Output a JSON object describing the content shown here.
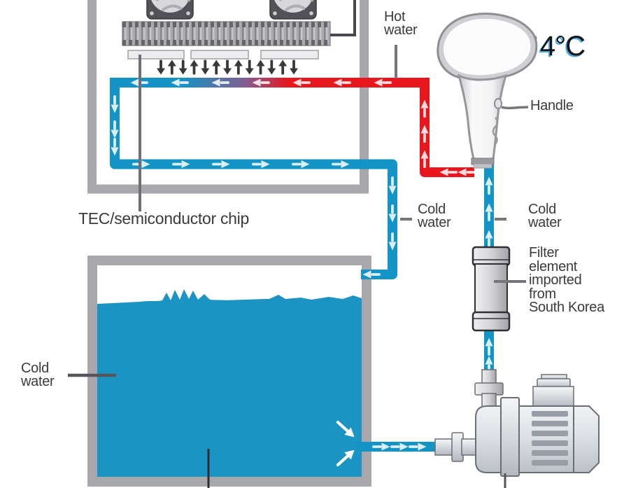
{
  "labels": {
    "hot_water": "Hot\nwater",
    "temperature": "4°C",
    "handle": "Handle",
    "cold_water_left": "Cold\nwater",
    "cold_water_right": "Cold\nwater",
    "filter_element": "Filter\nelement\nimported\nfrom\nSouth Korea",
    "tec_chip": "TEC/semiconductor chip",
    "tank_cold_water": "Cold\nwater"
  },
  "colors": {
    "cold_water_pipe": "#1494c6",
    "hot_water_pipe": "#e8161d",
    "tank_water": "#1b94c4",
    "enclosure_gray": "#a8a8ac",
    "label_text": "#3b3b3d",
    "temperature_accent": "#2a9fd8"
  }
}
